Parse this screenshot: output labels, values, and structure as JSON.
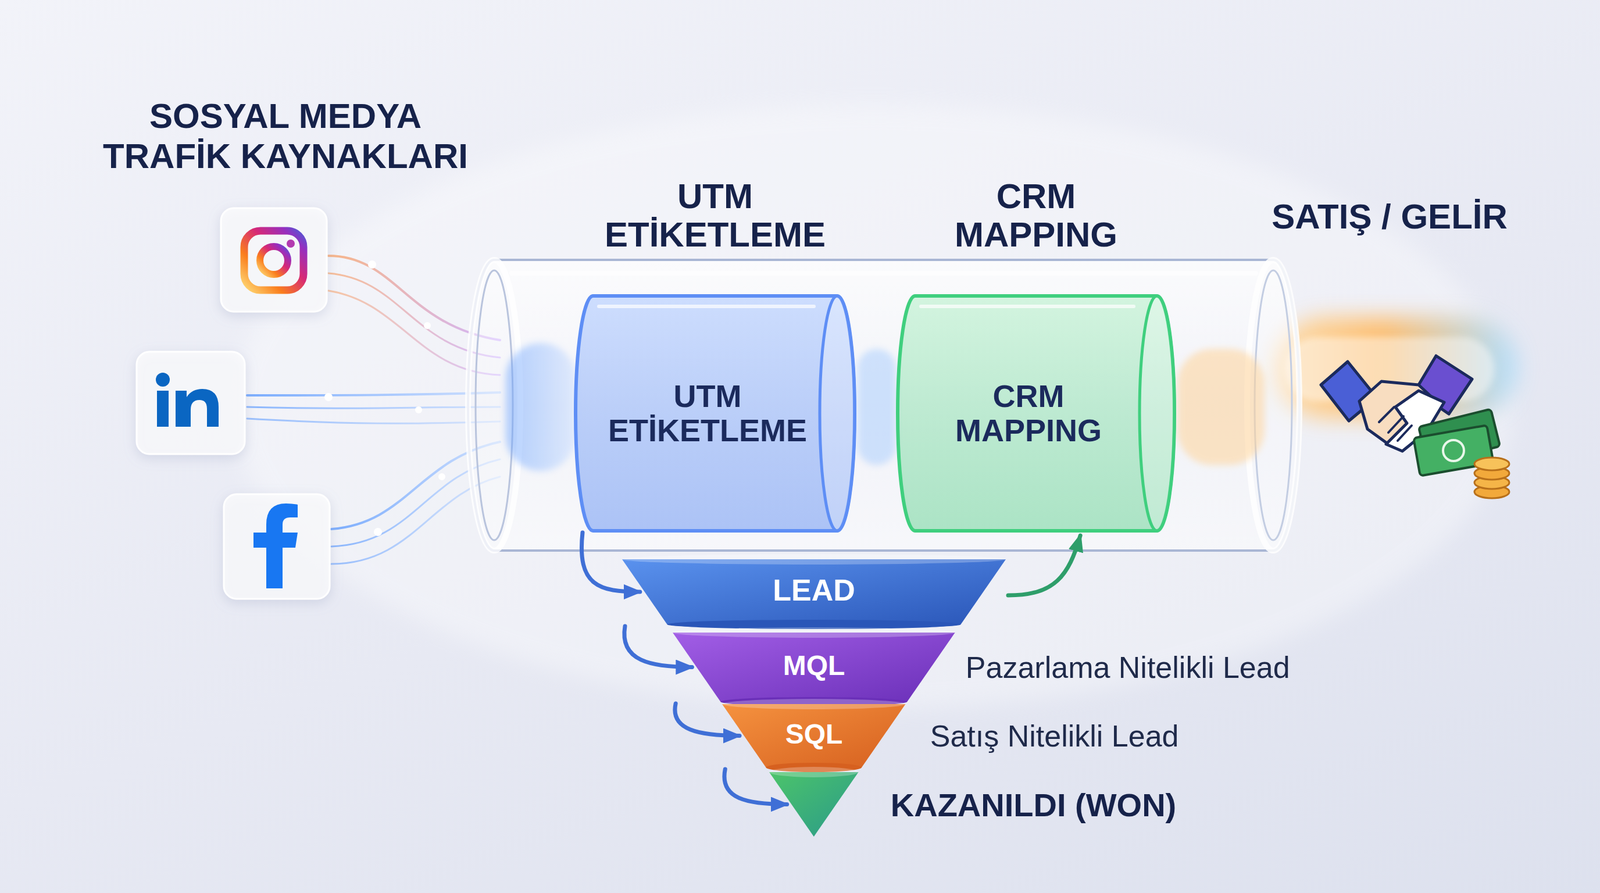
{
  "diagram": {
    "nodes": [
      {
        "text": [
          "UTM ETİKETLEME",
          "UTM ETİKETLEME"
        ]
      },
      {
        "text": [
          "CRM MAPPING",
          "CRM MAPPING"
        ]
      },
      {
        "text": [
          "SATIŞ / GELİR"
        ]
      },
      {
        "text": [
          "LEAD"
        ]
      },
      {
        "text": [
          "MQL",
          "Pazarlama Nitelikli Lead"
        ]
      },
      {
        "text": [
          "SQL",
          "Satış Nitelikli Lead"
        ]
      },
      {
        "text": [
          "KAZANILDI (WON)"
        ]
      }
    ],
    "edges": [
      {
        "from": 0,
        "to": 3,
        "arrow": "to"
      },
      {
        "from": 3,
        "to": 4,
        "arrow": "to"
      },
      {
        "from": 4,
        "to": 5,
        "arrow": "to"
      },
      {
        "from": 5,
        "to": 6,
        "arrow": "to"
      },
      {
        "from": 3,
        "to": 1,
        "arrow": "to"
      }
    ],
    "labels": [
      "SOSYAL MEDYA TRAFİK KAYNAKLARI"
    ]
  }
}
